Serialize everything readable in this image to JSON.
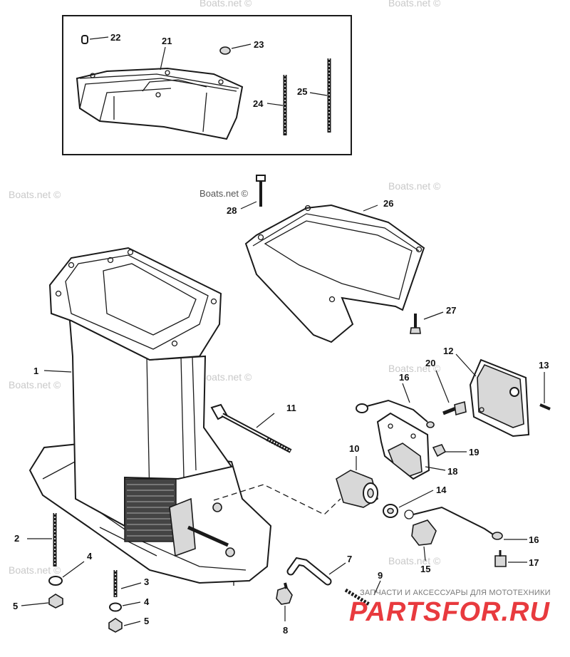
{
  "watermarks": [
    "Boats.net ©",
    "Boats.net ©",
    "Boats.net ©",
    "Boats.net ©",
    "Boats.net ©",
    "Boats.net ©",
    "Boats.net ©",
    "Boats.net ©",
    "Boats.net ©",
    "Boats.net ©"
  ],
  "callouts": {
    "c1": "1",
    "c2": "2",
    "c3": "3",
    "c4a": "4",
    "c4b": "4",
    "c5a": "5",
    "c5b": "5",
    "c7": "7",
    "c8": "8",
    "c9": "9",
    "c10": "10",
    "c11": "11",
    "c12": "12",
    "c13": "13",
    "c14": "14",
    "c15": "15",
    "c16a": "16",
    "c16b": "16",
    "c17": "17",
    "c18": "18",
    "c19": "19",
    "c20": "20",
    "c21": "21",
    "c22": "22",
    "c23": "23",
    "c24": "24",
    "c25": "25",
    "c26": "26",
    "c27": "27",
    "c28": "28"
  },
  "shop": {
    "tagline": "ЗАПЧАСТИ И АКСЕССУАРЫ ДЛЯ МОТОТЕХНИКИ",
    "logo": "PARTSFOR.RU"
  },
  "colors": {
    "ink": "#1a1a1a",
    "logo_red": "#e83a3e",
    "watermark": "#c9c9c9"
  }
}
